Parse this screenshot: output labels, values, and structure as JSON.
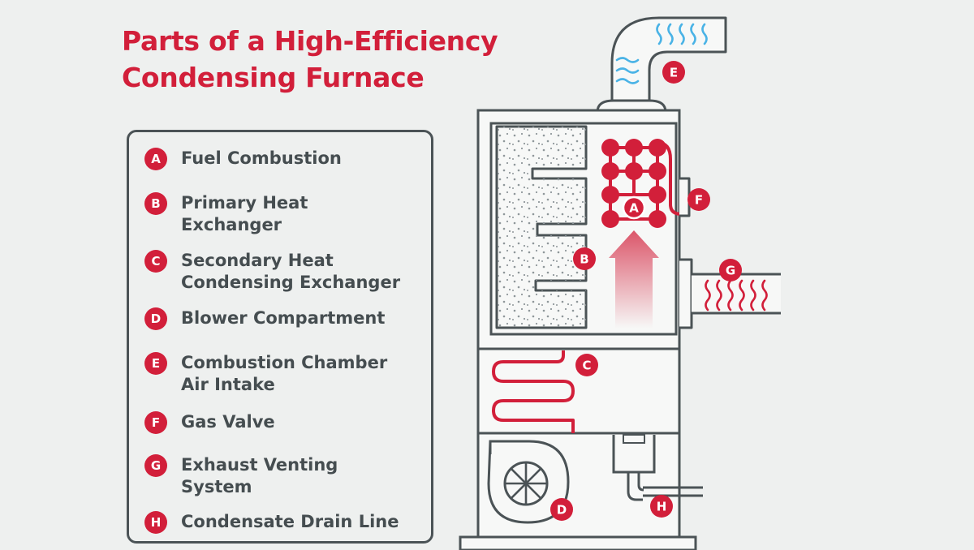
{
  "title": {
    "line1": "Parts of a High-Efficiency",
    "line2": "Condensing Furnace"
  },
  "legend": [
    {
      "letter": "A",
      "line1": "Fuel Combustion",
      "line2": ""
    },
    {
      "letter": "B",
      "line1": "Primary Heat",
      "line2": "Exchanger"
    },
    {
      "letter": "C",
      "line1": "Secondary Heat",
      "line2": "Condensing Exchanger"
    },
    {
      "letter": "D",
      "line1": "Blower Compartment",
      "line2": ""
    },
    {
      "letter": "E",
      "line1": "Combustion Chamber",
      "line2": "Air Intake"
    },
    {
      "letter": "F",
      "line1": "Gas Valve",
      "line2": ""
    },
    {
      "letter": "G",
      "line1": "Exhaust Venting",
      "line2": "System"
    },
    {
      "letter": "H",
      "line1": "Condensate Drain Line",
      "line2": ""
    }
  ],
  "callouts": {
    "a": "A",
    "b": "B",
    "c": "C",
    "d": "D",
    "e": "E",
    "f": "F",
    "g": "G",
    "h": "H"
  },
  "colors": {
    "accent": "#d21f3a",
    "outline": "#4b5356",
    "text": "#454d50",
    "background": "#eef0ef",
    "panel": "#f7f8f7",
    "air_blue": "#4ab3e6",
    "dots": "#8f979a"
  }
}
